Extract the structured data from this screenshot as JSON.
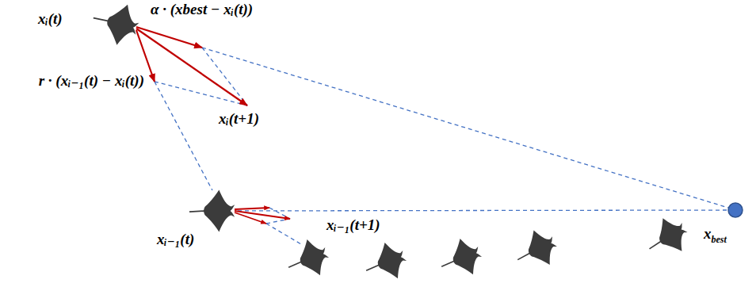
{
  "diagram": {
    "nodes": [
      {
        "text": [
          "xᵢ(t)"
        ]
      },
      {
        "text": [
          "xᵢ₋₁(t)"
        ]
      },
      {
        "text": [
          "xbest"
        ]
      }
    ],
    "edges": [
      {
        "from": 1,
        "to": 2,
        "arrow": "none"
      }
    ],
    "labels": [
      "α · (xbest − xᵢ(t))",
      "r · (xᵢ₋₁(t) − xᵢ(t))",
      "xᵢ(t+1)",
      "xᵢ₋₁(t+1)"
    ]
  }
}
